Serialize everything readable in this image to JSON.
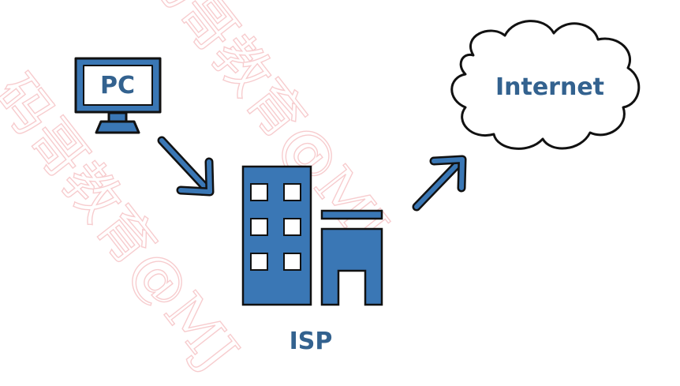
{
  "diagram": {
    "nodes": {
      "pc": {
        "label": "PC"
      },
      "isp": {
        "label": "ISP"
      },
      "internet": {
        "label": "Internet"
      }
    },
    "colors": {
      "fill": "#3a77b5",
      "stroke": "#111111",
      "label": "#33628f",
      "watermark": "#e7686e"
    },
    "watermark": {
      "lines": [
        "码哥教育@MJ",
        "码哥教育@MJ"
      ]
    }
  }
}
